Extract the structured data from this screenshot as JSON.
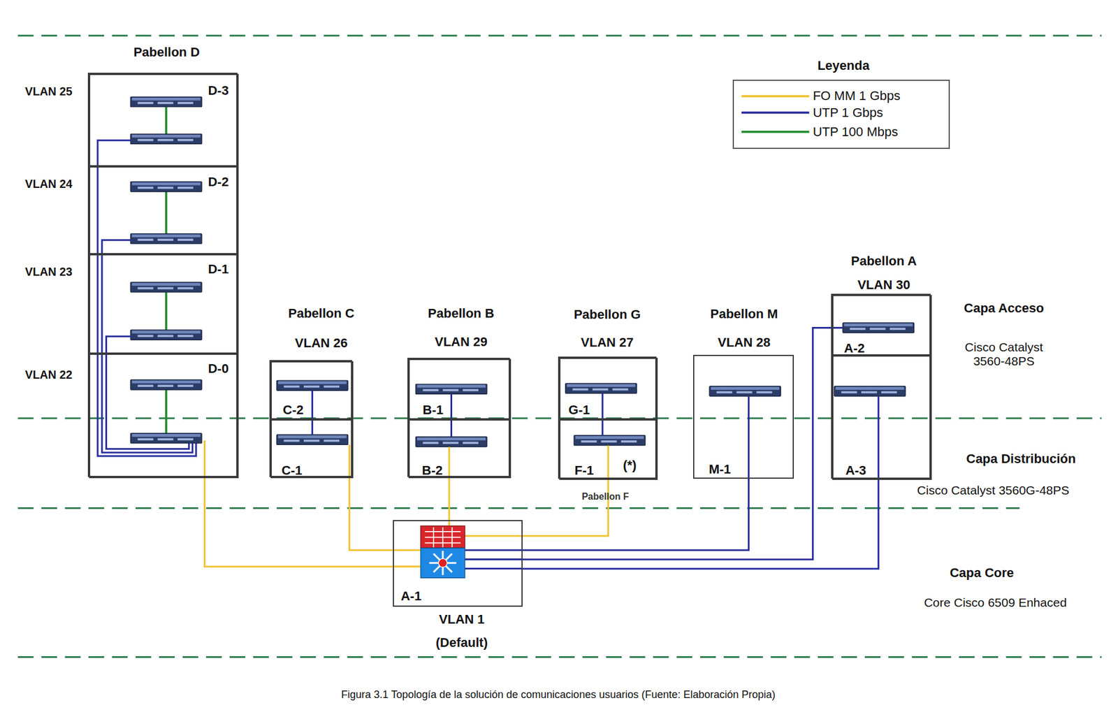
{
  "diagram": {
    "caption": "Figura 3.1 Topología de la solución de comunicaciones usuarios (Fuente: Elaboración Propia)",
    "nodes": [
      {
        "text": [
          "Pabellon D"
        ]
      },
      {
        "text": [
          "VLAN 25",
          "D-3"
        ],
        "in": 0
      },
      {
        "text": [
          "VLAN 24",
          "D-2"
        ],
        "in": 0
      },
      {
        "text": [
          "VLAN 23",
          "D-1"
        ],
        "in": 0
      },
      {
        "text": [
          "VLAN 22",
          "D-0"
        ],
        "in": 0
      },
      {
        "text": [
          "Pabellon C",
          "VLAN 26"
        ]
      },
      {
        "text": [
          "C-2"
        ],
        "in": 5
      },
      {
        "text": [
          "C-1"
        ],
        "in": 5
      },
      {
        "text": [
          "Pabellon B",
          "VLAN 29"
        ]
      },
      {
        "text": [
          "B-1"
        ],
        "in": 8
      },
      {
        "text": [
          "B-2"
        ],
        "in": 8
      },
      {
        "text": [
          "Pabellon G",
          "VLAN 27"
        ]
      },
      {
        "text": [
          "G-1"
        ],
        "in": 11
      },
      {
        "text": [
          "F-1",
          "(*)"
        ],
        "in": 11
      },
      {
        "text": [
          "Pabellon M",
          "VLAN 28",
          "M-1"
        ]
      },
      {
        "text": [
          "Pabellon A",
          "VLAN 30"
        ]
      },
      {
        "text": [
          "A-2"
        ],
        "in": 15
      },
      {
        "text": [
          "A-3"
        ],
        "in": 15
      },
      {
        "text": [
          "A-1",
          "VLAN 1",
          "(Default)"
        ]
      }
    ],
    "edges": [
      {
        "from": 1,
        "to": 4,
        "arrow": "none"
      },
      {
        "from": 2,
        "to": 4,
        "arrow": "none"
      },
      {
        "from": 3,
        "to": 4,
        "arrow": "none"
      },
      {
        "from": 6,
        "to": 7,
        "arrow": "none"
      },
      {
        "from": 9,
        "to": 10,
        "arrow": "none"
      },
      {
        "from": 12,
        "to": 13,
        "arrow": "none"
      },
      {
        "from": 4,
        "to": 18,
        "arrow": "none"
      },
      {
        "from": 7,
        "to": 18,
        "arrow": "none"
      },
      {
        "from": 10,
        "to": 18,
        "arrow": "none"
      },
      {
        "from": 13,
        "to": 18,
        "arrow": "none"
      },
      {
        "from": 14,
        "to": 18,
        "arrow": "none"
      },
      {
        "from": 16,
        "to": 18,
        "arrow": "none"
      },
      {
        "from": 17,
        "to": 18,
        "arrow": "none"
      }
    ],
    "labels": [
      "Leyenda",
      "Capa Acceso",
      "Cisco Catalyst 3560-48PS",
      "Capa Distribución",
      "Cisco Catalyst 3560G-48PS",
      "Capa Core",
      "Core Cisco 6509 Enhaced",
      "Pabellon F"
    ],
    "legend": [
      {
        "text": "FO MM 1 Gbps"
      },
      {
        "text": "UTP 1 Gbps"
      },
      {
        "text": "UTP 100 Mbps"
      }
    ]
  }
}
